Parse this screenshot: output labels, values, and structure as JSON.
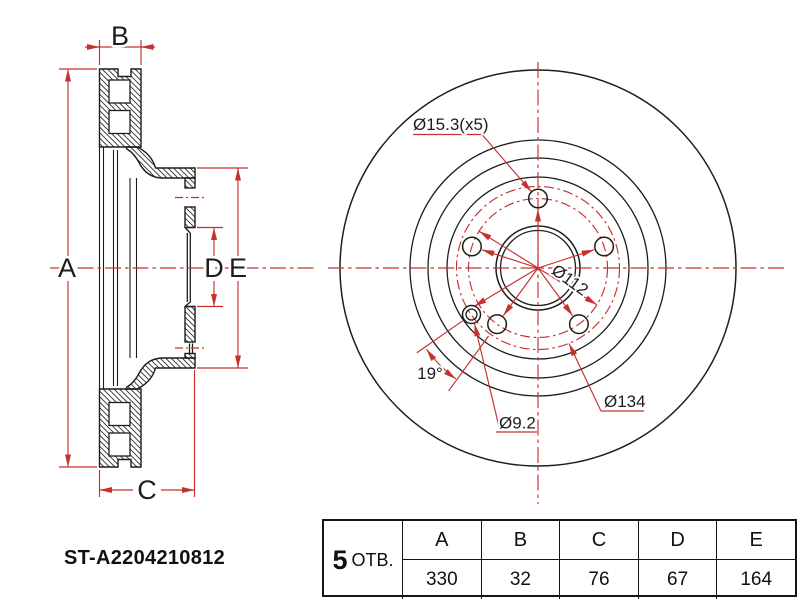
{
  "part_number": "ST-A2204210812",
  "section_view": {
    "dim_a": "A",
    "dim_b": "B",
    "dim_c": "C",
    "dim_d": "D",
    "dim_e": "E"
  },
  "front_view": {
    "bolt_holes": "Ø15.3(x5)",
    "bolt_circle": "Ø112",
    "pin_circle": "Ø134",
    "pin_hole": "Ø9.2",
    "angle": "19°"
  },
  "spec_table": {
    "holes_count": "5",
    "holes_unit": "ОТВ.",
    "headers": [
      "A",
      "B",
      "C",
      "D",
      "E"
    ],
    "values": [
      "330",
      "32",
      "76",
      "67",
      "164"
    ]
  },
  "colors": {
    "drawing_line": "#1d1d1d",
    "dimension_red": "#c5312d",
    "background": "#ffffff"
  }
}
